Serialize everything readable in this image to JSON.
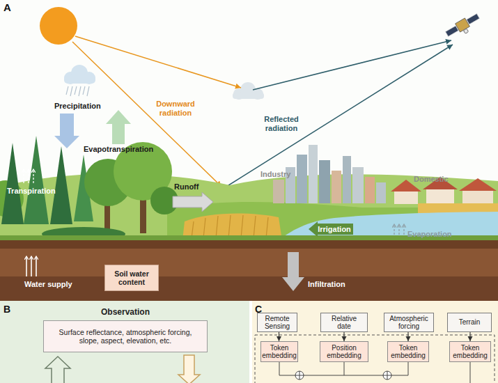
{
  "diagram": {
    "nodes": [
      {
        "text": [
          "Irrigation"
        ]
      },
      {
        "text": [
          "Soil water content"
        ]
      },
      {
        "text": [
          "Observation",
          "Surface reflectance, atmospheric forcing, slope, aspect, elevation, etc."
        ]
      },
      {
        "text": [
          "Remote Sensing"
        ]
      },
      {
        "text": [
          "Relative date"
        ]
      },
      {
        "text": [
          "Atmospheric forcing"
        ]
      },
      {
        "text": [
          "Terrain"
        ]
      },
      {
        "text": [
          "Token embedding"
        ]
      },
      {
        "text": [
          "Position embedding"
        ]
      },
      {
        "text": [
          "Token embedding"
        ]
      },
      {
        "text": [
          "Token embedding"
        ]
      }
    ],
    "edges": [
      {
        "from": 3,
        "to": 7,
        "arrow": "to"
      },
      {
        "from": 4,
        "to": 8,
        "arrow": "to"
      },
      {
        "from": 5,
        "to": 9,
        "arrow": "to"
      },
      {
        "from": 6,
        "to": 10,
        "arrow": "to"
      }
    ],
    "labels": [
      "A",
      "Precipitation",
      "Evapotranspiration",
      "Transpiration",
      "Downward radiation",
      "Reflected radiation",
      "Runoff",
      "Industry",
      "Domestic",
      "Evaporation",
      "Water supply",
      "Infiltration",
      "B",
      "C"
    ]
  }
}
